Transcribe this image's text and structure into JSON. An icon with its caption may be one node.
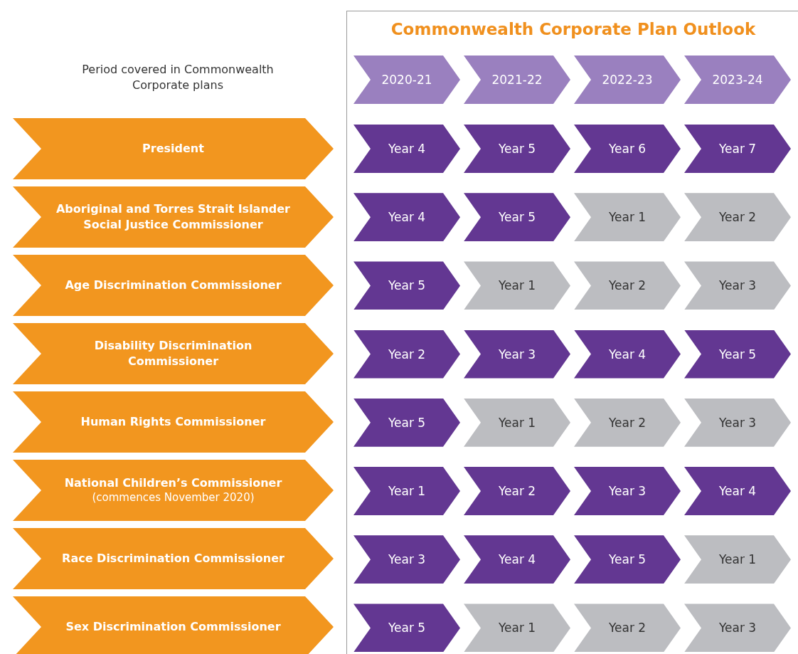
{
  "diagram": {
    "title": "Commonwealth Corporate Plan Outlook",
    "labels": [
      "Period covered in Commonwealth Corporate plans"
    ],
    "nodes": [
      {
        "text": [
          "2020-21"
        ]
      },
      {
        "text": [
          "2021-22"
        ]
      },
      {
        "text": [
          "2022-23"
        ]
      },
      {
        "text": [
          "2023-24"
        ]
      },
      {
        "text": [
          "President"
        ]
      },
      {
        "text": [
          "Year 4"
        ]
      },
      {
        "text": [
          "Year 5"
        ]
      },
      {
        "text": [
          "Year 6"
        ]
      },
      {
        "text": [
          "Year 7"
        ]
      },
      {
        "text": [
          "Aboriginal and Torres Strait Islander Social Justice Commissioner"
        ]
      },
      {
        "text": [
          "Year 4"
        ]
      },
      {
        "text": [
          "Year 5"
        ]
      },
      {
        "text": [
          "Year 1"
        ]
      },
      {
        "text": [
          "Year 2"
        ]
      },
      {
        "text": [
          "Age Discrimination Commissioner"
        ]
      },
      {
        "text": [
          "Year 5"
        ]
      },
      {
        "text": [
          "Year 1"
        ]
      },
      {
        "text": [
          "Year 2"
        ]
      },
      {
        "text": [
          "Year 3"
        ]
      },
      {
        "text": [
          "Disability Discrimination Commissioner"
        ]
      },
      {
        "text": [
          "Year 2"
        ]
      },
      {
        "text": [
          "Year 3"
        ]
      },
      {
        "text": [
          "Year 4"
        ]
      },
      {
        "text": [
          "Year 5"
        ]
      },
      {
        "text": [
          "Human Rights Commissioner"
        ]
      },
      {
        "text": [
          "Year 5"
        ]
      },
      {
        "text": [
          "Year 1"
        ]
      },
      {
        "text": [
          "Year 2"
        ]
      },
      {
        "text": [
          "Year 3"
        ]
      },
      {
        "text": [
          "National Children’s Commissioner",
          "(commences November 2020)"
        ]
      },
      {
        "text": [
          "Year 1"
        ]
      },
      {
        "text": [
          "Year 2"
        ]
      },
      {
        "text": [
          "Year 3"
        ]
      },
      {
        "text": [
          "Year 4"
        ]
      },
      {
        "text": [
          "Race Discrimination Commissioner"
        ]
      },
      {
        "text": [
          "Year 3"
        ]
      },
      {
        "text": [
          "Year 4"
        ]
      },
      {
        "text": [
          "Year 5"
        ]
      },
      {
        "text": [
          "Year 1"
        ]
      },
      {
        "text": [
          "Sex Discrimination Commissioner"
        ]
      },
      {
        "text": [
          "Year 5"
        ]
      },
      {
        "text": [
          "Year 1"
        ]
      },
      {
        "text": [
          "Year 2"
        ]
      },
      {
        "text": [
          "Year 3"
        ]
      }
    ]
  }
}
